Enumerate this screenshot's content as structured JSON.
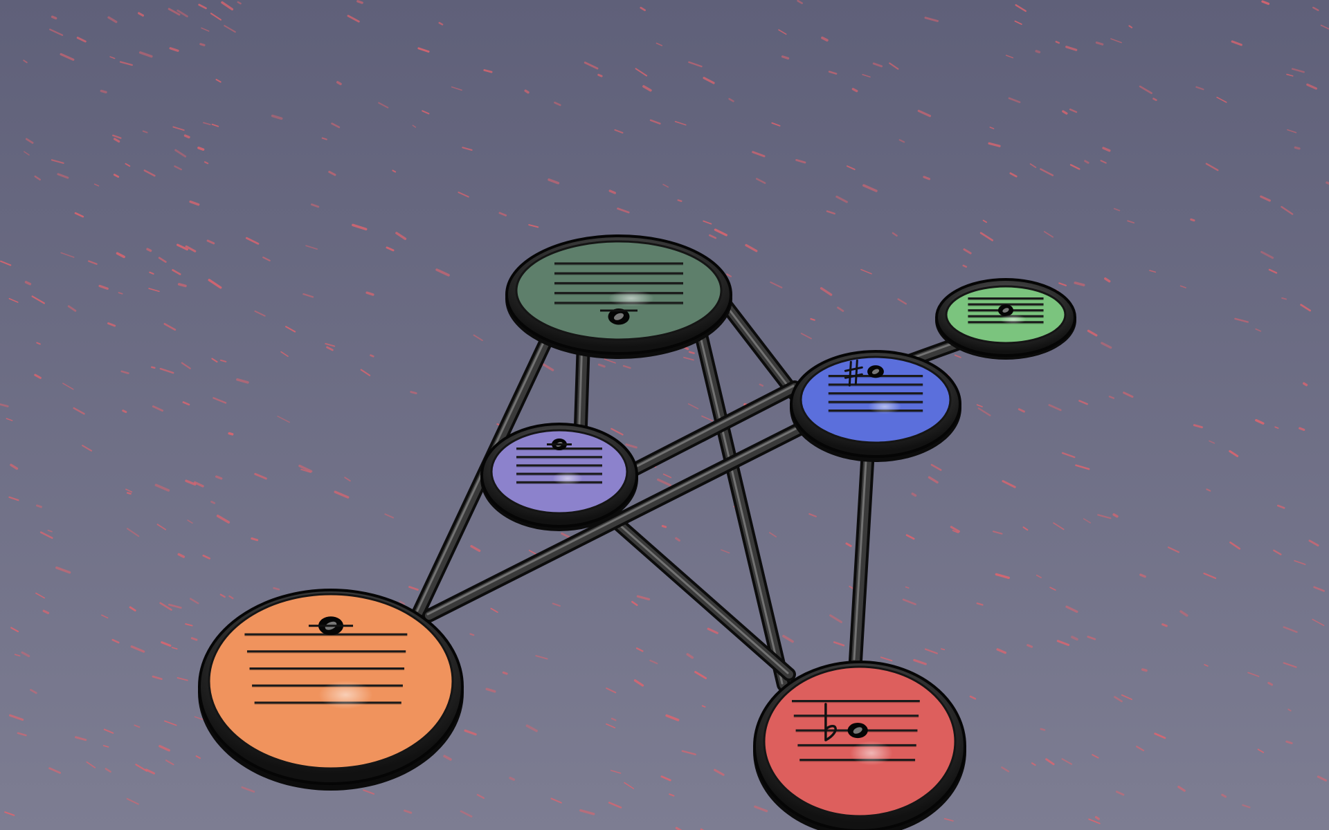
{
  "scene": {
    "background": {
      "top_color": "#5f6079",
      "bottom_color": "#7d7d92",
      "speckle_color": "#e0646e"
    },
    "nodes": [
      {
        "id": "top-green",
        "fill": "#5e7f6b",
        "accidental": "",
        "note_position": "below-staff"
      },
      {
        "id": "small-green",
        "fill": "#7bc47e",
        "accidental": "",
        "note_position": "on-line"
      },
      {
        "id": "blue",
        "fill": "#5b6fdc",
        "accidental": "sharp",
        "note_position": "above-staff"
      },
      {
        "id": "lavender",
        "fill": "#8c82cc",
        "accidental": "",
        "note_position": "above-staff"
      },
      {
        "id": "orange",
        "fill": "#f0935d",
        "accidental": "",
        "note_position": "above-staff"
      },
      {
        "id": "red",
        "fill": "#dd5f5d",
        "accidental": "flat",
        "note_position": "on-line"
      }
    ],
    "edges": [
      [
        "top-green",
        "orange"
      ],
      [
        "top-green",
        "red"
      ],
      [
        "top-green",
        "blue"
      ],
      [
        "top-green",
        "lavender"
      ],
      [
        "lavender",
        "blue"
      ],
      [
        "lavender",
        "red"
      ],
      [
        "orange",
        "blue"
      ],
      [
        "blue",
        "small-green"
      ],
      [
        "blue",
        "red"
      ]
    ]
  }
}
